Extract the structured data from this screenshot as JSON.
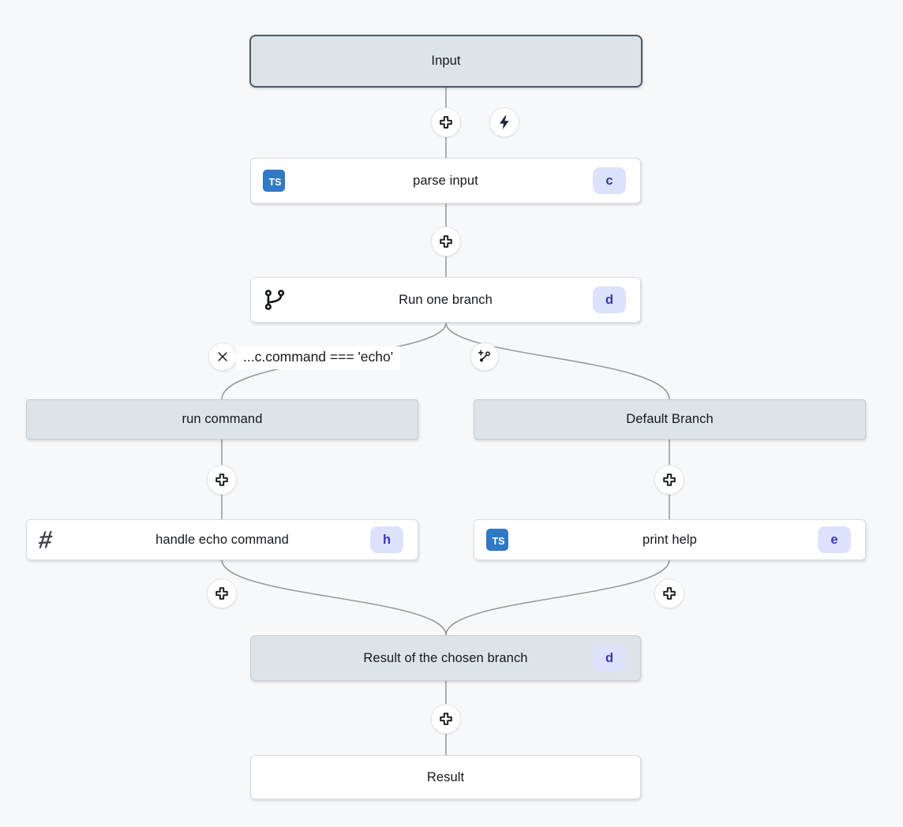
{
  "colors": {
    "canvas_bg": "#f7f8fa",
    "edge": "#979ba1",
    "gray_node_bg": "#dce3e9",
    "gray_node_border": "#c7cdd3",
    "input_node_border": "#4d5966",
    "white_node_bg": "#ffffff",
    "badge_bg": "#dce2fc",
    "badge_text": "#4034b5",
    "typescript_blue": "#3178c6",
    "bolt_color": "#1d2638",
    "icon_dark": "#15181d"
  },
  "nodes": {
    "input": {
      "label": "Input"
    },
    "parse_input": {
      "label": "parse input",
      "badge": "c",
      "icon": "typescript-icon"
    },
    "run_one_branch": {
      "label": "Run one branch",
      "badge": "d",
      "icon": "git-branch-icon"
    },
    "branch_condition": {
      "label": "...c.command === 'echo'"
    },
    "run_command": {
      "label": "run command"
    },
    "handle_echo_command": {
      "label": "handle echo command",
      "badge": "h",
      "icon": "hash-icon"
    },
    "default_branch": {
      "label": "Default Branch"
    },
    "print_help": {
      "label": "print help",
      "badge": "e",
      "icon": "typescript-icon"
    },
    "result_of_chosen_branch": {
      "label": "Result of the chosen branch",
      "badge": "d"
    },
    "result": {
      "label": "Result"
    }
  },
  "icons": {
    "typescript_label": "TS",
    "hash_glyph": "#"
  }
}
